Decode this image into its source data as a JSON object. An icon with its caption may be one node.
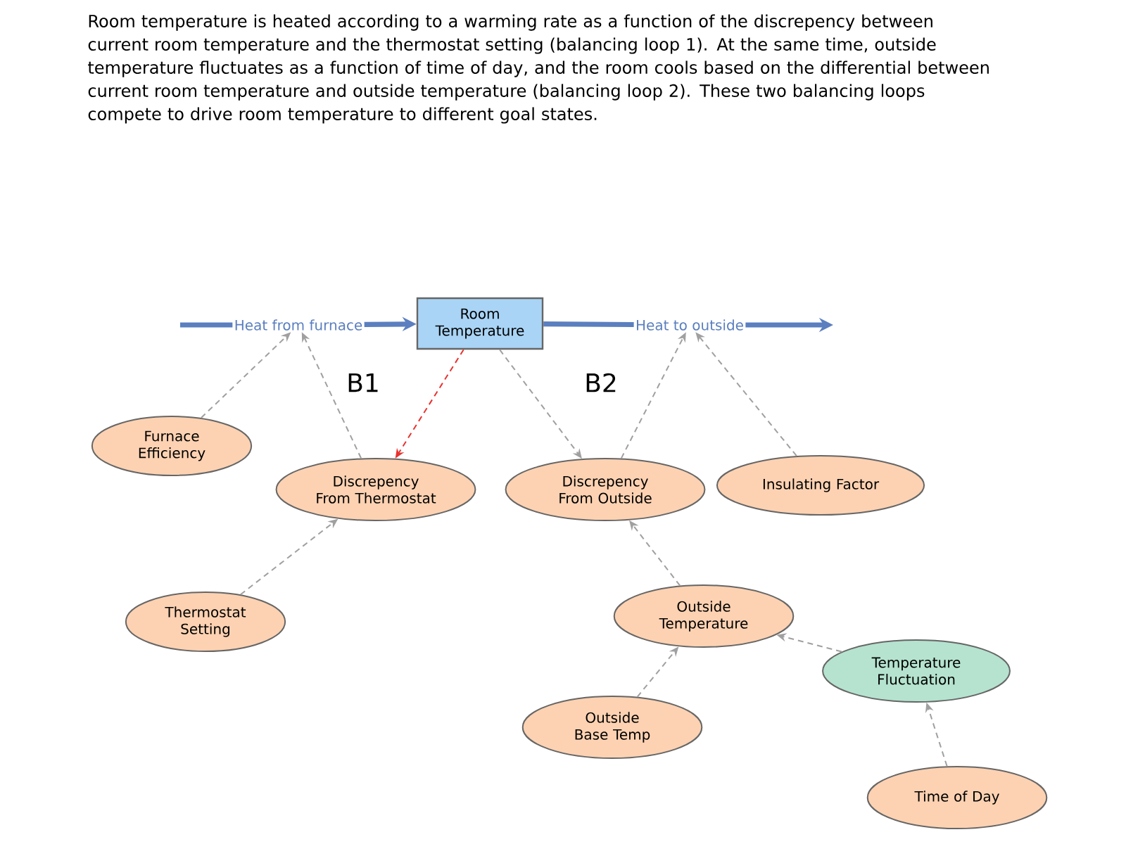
{
  "diagram": {
    "caption": "Room temperature is heated according to a warming rate as a function of the discrepency between current room temperature and the thermostat setting (balancing loop 1). At the same time, outside temperature fluctuates as a function of time of day, and the room cools based on the differential between current room temperature and outside temperature (balancing loop 2). These two balancing loops compete to drive room temperature to different goal states.",
    "nodes": [
      {
        "text": [
          "Heat from furnace"
        ]
      },
      {
        "text": [
          "Room Temperature"
        ]
      },
      {
        "text": [
          "Heat to outside"
        ]
      },
      {
        "text": [
          "Furnace Efficiency"
        ]
      },
      {
        "text": [
          "Discrepency From Thermostat"
        ]
      },
      {
        "text": [
          "Discrepency From Outside"
        ]
      },
      {
        "text": [
          "Insulating Factor"
        ]
      },
      {
        "text": [
          "Thermostat Setting"
        ]
      },
      {
        "text": [
          "Outside Temperature"
        ]
      },
      {
        "text": [
          "Temperature Fluctuation"
        ]
      },
      {
        "text": [
          "Outside Base Temp"
        ]
      },
      {
        "text": [
          "Time of Day"
        ]
      }
    ],
    "edges": [
      {
        "from": null,
        "to": 0,
        "arrow": "none",
        "style": "thick",
        "color": "#5b7fbf"
      },
      {
        "from": 0,
        "to": 1,
        "arrow": "to",
        "style": "thick",
        "color": "#5b7fbf"
      },
      {
        "from": 1,
        "to": 2,
        "arrow": "none",
        "style": "thick",
        "color": "#5b7fbf"
      },
      {
        "from": 2,
        "to": null,
        "arrow": "to",
        "style": "thick",
        "color": "#5b7fbf"
      },
      {
        "from": 3,
        "to": 0,
        "arrow": "to",
        "style": "dashed"
      },
      {
        "from": 4,
        "to": 0,
        "arrow": "to",
        "style": "dashed"
      },
      {
        "from": 1,
        "to": 4,
        "arrow": "to",
        "style": "dashed",
        "color": "#e8322f"
      },
      {
        "from": 1,
        "to": 5,
        "arrow": "to",
        "style": "dashed"
      },
      {
        "from": 5,
        "to": 2,
        "arrow": "to",
        "style": "dashed"
      },
      {
        "from": 6,
        "to": 2,
        "arrow": "to",
        "style": "dashed"
      },
      {
        "from": 7,
        "to": 4,
        "arrow": "to",
        "style": "dashed"
      },
      {
        "from": 8,
        "to": 5,
        "arrow": "to",
        "style": "dashed"
      },
      {
        "from": 10,
        "to": 8,
        "arrow": "to",
        "style": "dashed"
      },
      {
        "from": 9,
        "to": 8,
        "arrow": "to",
        "style": "dashed"
      },
      {
        "from": 11,
        "to": 9,
        "arrow": "to",
        "style": "dashed"
      }
    ],
    "labels": [
      "B1",
      "B2"
    ]
  }
}
